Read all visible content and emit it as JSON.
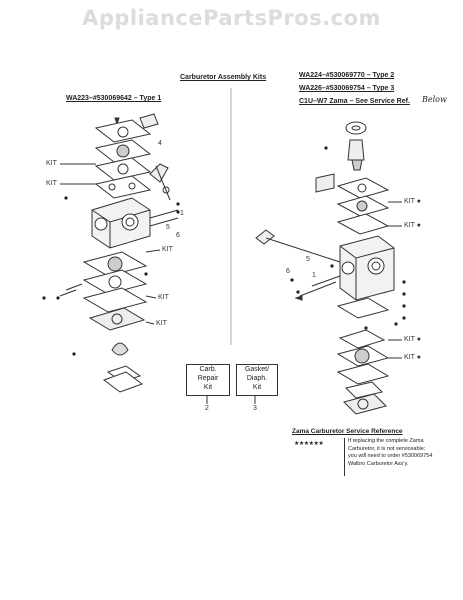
{
  "watermark": "AppliancePartsPros.com",
  "headings": {
    "assembly_kits": "Carburetor Assembly Kits",
    "type1": "WA223–#530069642 – Type 1",
    "type2": "WA224–#530069770 – Type 2",
    "type3": "WA226–#530069754 – Type 3",
    "zama": "C1U–W7 Zama – See Service Ref.",
    "below_note": "Below"
  },
  "labels": {
    "kit": "KIT",
    "kit_dot": "KIT ●",
    "n1": "1",
    "n4": "4",
    "n5": "5",
    "n6": "6"
  },
  "legend_boxes": {
    "carb_repair": [
      "Carb.",
      "Repair",
      "Kit"
    ],
    "carb_repair_num": "2",
    "gasket_diaph": [
      "Gasket/",
      "Diaph.",
      "Kit"
    ],
    "gasket_diaph_num": "3"
  },
  "service_ref": {
    "title": "Zama Carburetor Service Reference",
    "stars": "★★★★★★",
    "note_lines": [
      "If replacing the complete Zama",
      "Carburetor, it is not serviceable;",
      "you will need to order #530069754",
      "Walbro Carburetor Ass'y."
    ]
  }
}
